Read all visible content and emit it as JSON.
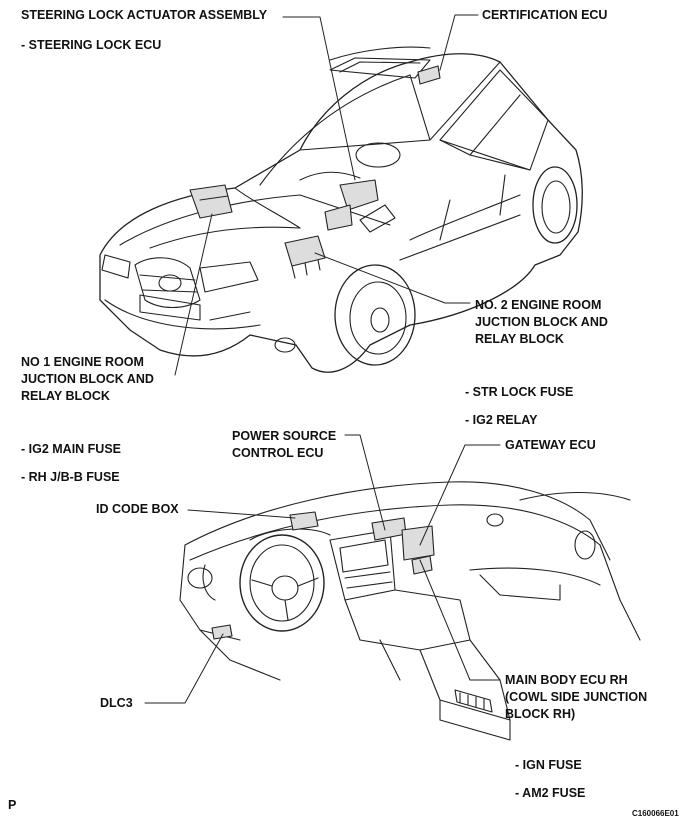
{
  "labels": {
    "steering_lock_actuator": "STEERING LOCK ACTUATOR ASSEMBLY",
    "steering_lock_ecu": "- STEERING LOCK ECU",
    "certification_ecu": "CERTIFICATION ECU",
    "no2_line1": "NO. 2 ENGINE ROOM",
    "no2_line2": "JUCTION BLOCK AND",
    "no2_line3": "RELAY BLOCK",
    "no1_line1": "NO  1 ENGINE ROOM",
    "no1_line2": "JUCTION BLOCK AND",
    "no1_line3": "RELAY BLOCK",
    "str_lock_fuse": "- STR LOCK FUSE",
    "ig2_relay": "- IG2 RELAY",
    "ig2_main_fuse": "- IG2 MAIN FUSE",
    "rh_jb_fuse": "- RH J/B-B FUSE",
    "power_source_line1": "POWER SOURCE",
    "power_source_line2": "CONTROL ECU",
    "gateway_ecu": "GATEWAY ECU",
    "id_code_box": "ID CODE BOX",
    "main_body_line1": "MAIN BODY ECU RH",
    "main_body_line2": "(COWL SIDE JUNCTION",
    "main_body_line3": "BLOCK RH)",
    "dlc3": "DLC3",
    "ign_fuse": "- IGN FUSE",
    "am2_fuse": "- AM2 FUSE",
    "p_mark": "P",
    "figure_code": "C160066E01"
  }
}
